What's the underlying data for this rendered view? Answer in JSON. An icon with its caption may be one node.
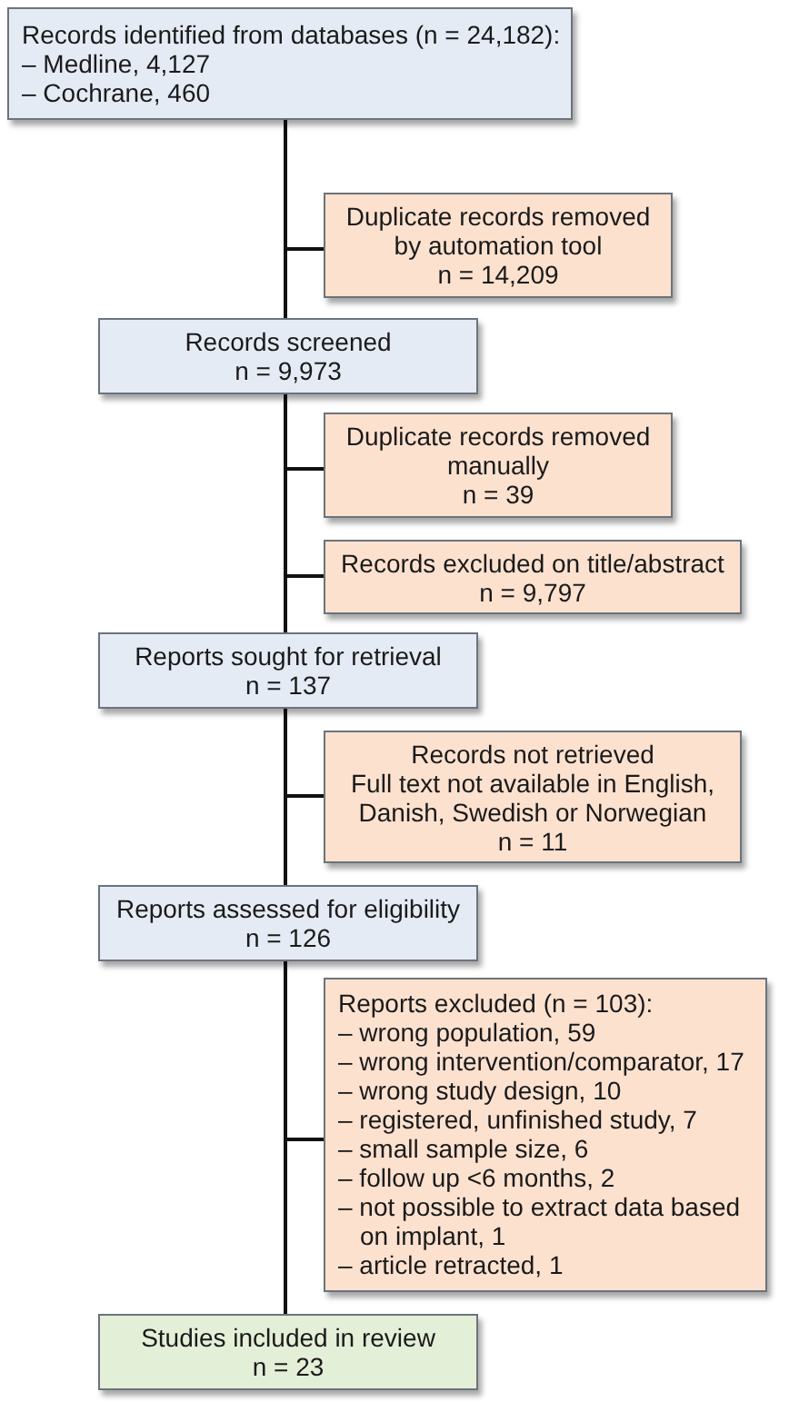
{
  "diagram": {
    "nodes": [
      {
        "text": [
          "Records identified from databases (n = 24,182):",
          "– Medline, 4,127",
          "– Cochrane, 460"
        ]
      },
      {
        "text": [
          "Duplicate records removed by automation tool",
          "n = 14,209"
        ]
      },
      {
        "text": [
          "Records screened",
          "n = 9,973"
        ]
      },
      {
        "text": [
          "Duplicate records removed manually",
          "n = 39"
        ]
      },
      {
        "text": [
          "Records excluded on title/abstract",
          "n = 9,797"
        ]
      },
      {
        "text": [
          "Reports sought for retrieval",
          "n = 137"
        ]
      },
      {
        "text": [
          "Records not retrieved",
          "Full text not available in English, Danish, Swedish or Norwegian",
          "n = 11"
        ]
      },
      {
        "text": [
          "Reports assessed for eligibility",
          "n = 126"
        ]
      },
      {
        "text": [
          "Reports excluded (n = 103):",
          "– wrong population, 59",
          "– wrong intervention/comparator, 17",
          "– wrong study design, 10",
          "– registered, unfinished study, 7",
          "– small sample size, 6",
          "– follow up <6 months, 2",
          "– not possible to extract data based on implant, 1",
          "– article retracted, 1"
        ]
      },
      {
        "text": [
          "Studies included in review",
          "n = 23"
        ]
      }
    ],
    "edges": [
      {
        "from": 0,
        "to": 1,
        "arrow": "none"
      },
      {
        "from": 0,
        "to": 2,
        "arrow": "none"
      },
      {
        "from": 2,
        "to": 3,
        "arrow": "none"
      },
      {
        "from": 2,
        "to": 4,
        "arrow": "none"
      },
      {
        "from": 2,
        "to": 5,
        "arrow": "none"
      },
      {
        "from": 5,
        "to": 6,
        "arrow": "none"
      },
      {
        "from": 5,
        "to": 7,
        "arrow": "none"
      },
      {
        "from": 7,
        "to": 8,
        "arrow": "none"
      },
      {
        "from": 7,
        "to": 9,
        "arrow": "none"
      }
    ]
  }
}
